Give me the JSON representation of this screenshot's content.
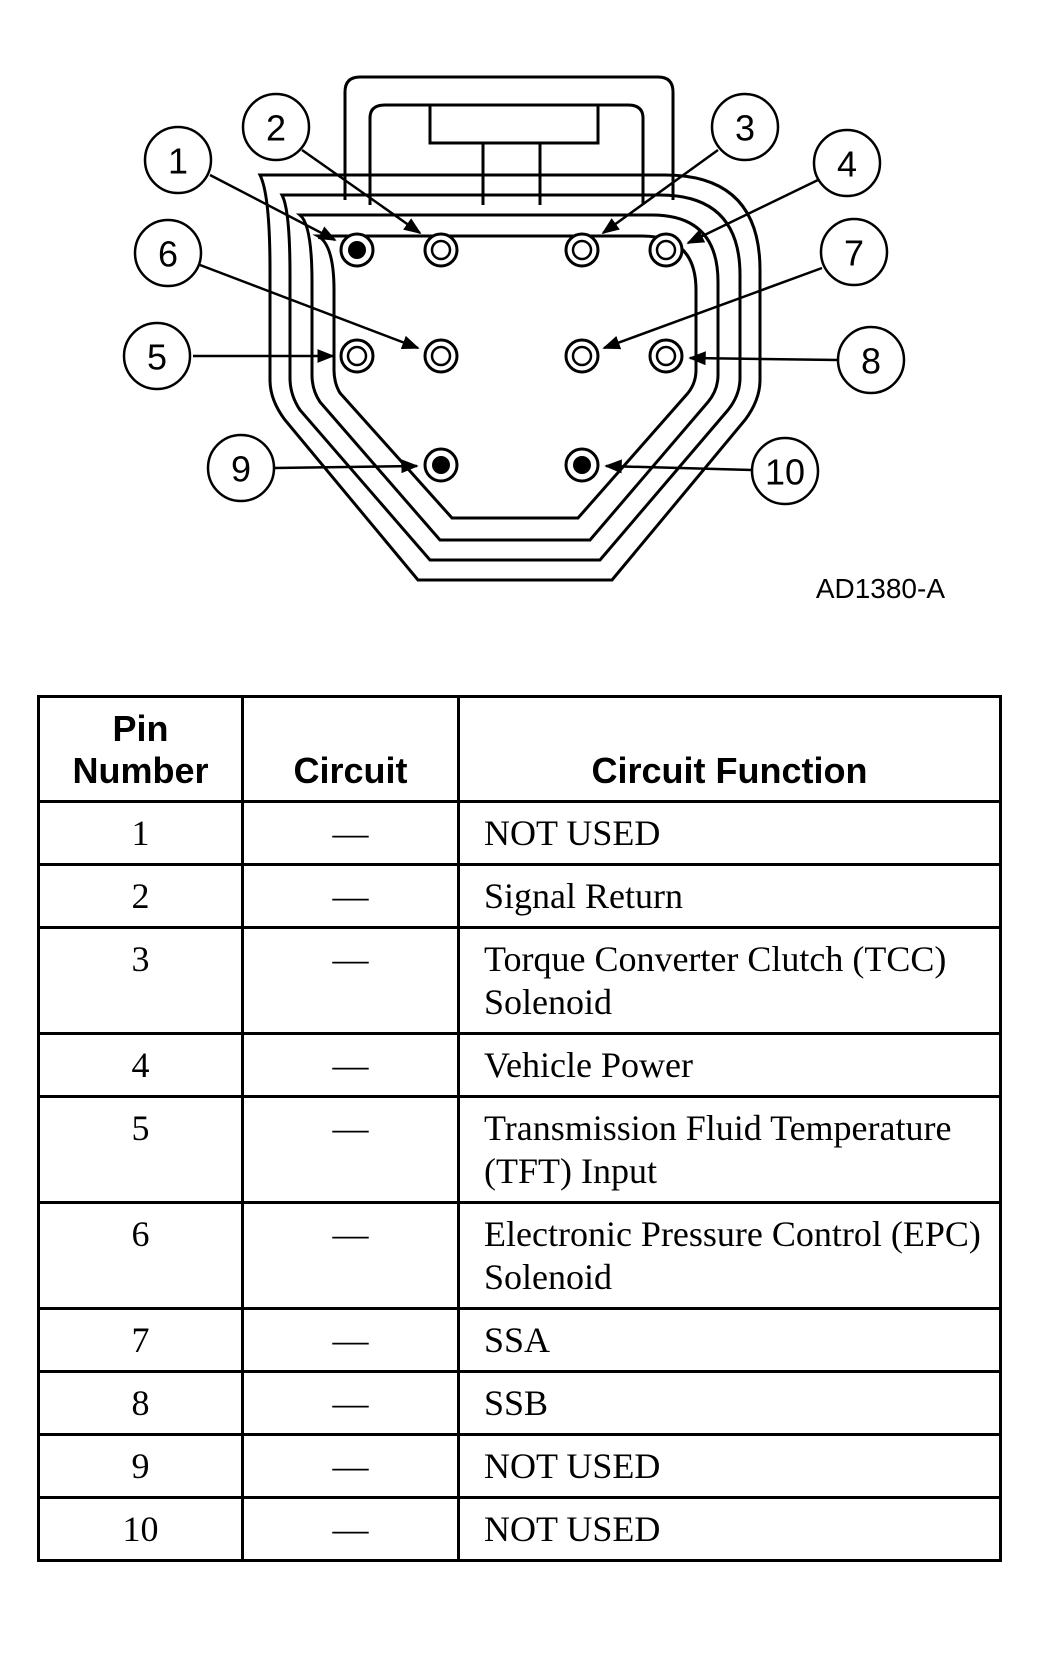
{
  "diagram": {
    "reference": "AD1380-A",
    "callouts": [
      "1",
      "2",
      "3",
      "4",
      "5",
      "6",
      "7",
      "8",
      "9",
      "10"
    ]
  },
  "table": {
    "headers": {
      "pin": "Pin Number",
      "circuit": "Circuit",
      "function": "Circuit Function"
    },
    "rows": [
      {
        "pin": "1",
        "circuit": "—",
        "function": "NOT USED"
      },
      {
        "pin": "2",
        "circuit": "—",
        "function": "Signal Return"
      },
      {
        "pin": "3",
        "circuit": "—",
        "function": "Torque Converter Clutch (TCC) Solenoid"
      },
      {
        "pin": "4",
        "circuit": "—",
        "function": "Vehicle Power"
      },
      {
        "pin": "5",
        "circuit": "—",
        "function": "Transmission Fluid Temperature (TFT) Input"
      },
      {
        "pin": "6",
        "circuit": "—",
        "function": "Electronic Pressure Control (EPC) Solenoid"
      },
      {
        "pin": "7",
        "circuit": "—",
        "function": "SSA"
      },
      {
        "pin": "8",
        "circuit": "—",
        "function": "SSB"
      },
      {
        "pin": "9",
        "circuit": "—",
        "function": "NOT USED"
      },
      {
        "pin": "10",
        "circuit": "—",
        "function": "NOT USED"
      }
    ]
  }
}
